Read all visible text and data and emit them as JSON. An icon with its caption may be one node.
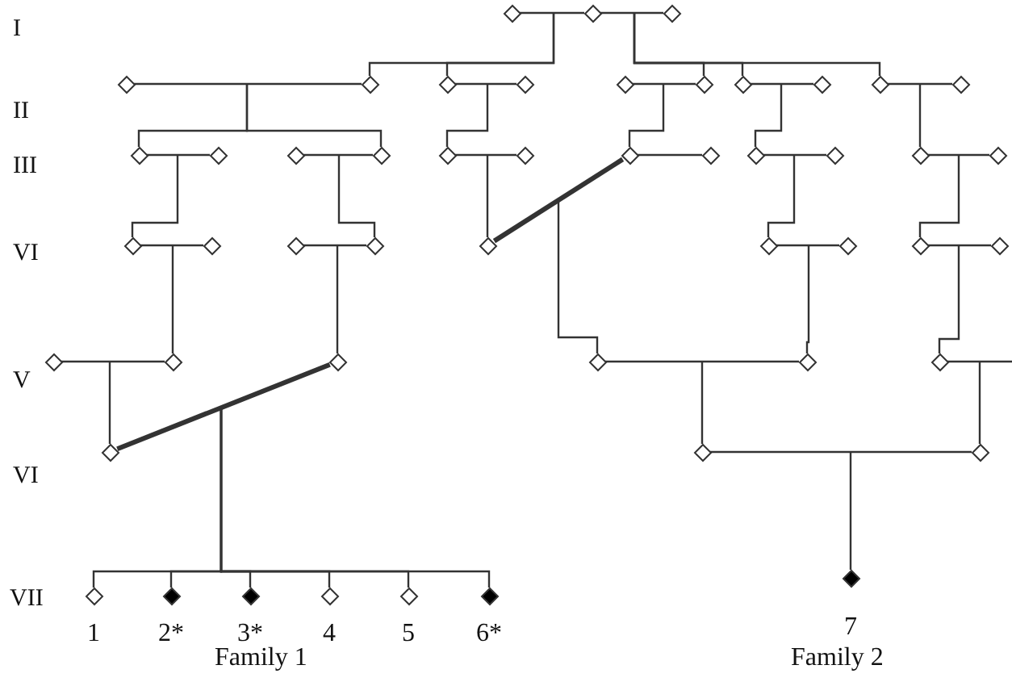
{
  "diagram": {
    "nodes": [
      {
        "text": [],
        "shape": "diamond"
      },
      {
        "text": [],
        "shape": "diamond"
      },
      {
        "text": [],
        "shape": "diamond"
      },
      {
        "text": [],
        "shape": "diamond"
      },
      {
        "text": [],
        "shape": "diamond"
      },
      {
        "text": [],
        "shape": "diamond"
      },
      {
        "text": [],
        "shape": "diamond"
      },
      {
        "text": [],
        "shape": "diamond"
      },
      {
        "text": [],
        "shape": "diamond"
      },
      {
        "text": [],
        "shape": "diamond"
      },
      {
        "text": [],
        "shape": "diamond"
      },
      {
        "text": [],
        "shape": "diamond"
      },
      {
        "text": [],
        "shape": "diamond"
      },
      {
        "text": [],
        "shape": "diamond"
      },
      {
        "text": [],
        "shape": "diamond"
      },
      {
        "text": [],
        "shape": "diamond"
      },
      {
        "text": [],
        "shape": "diamond"
      },
      {
        "text": [],
        "shape": "diamond"
      },
      {
        "text": [],
        "shape": "diamond"
      },
      {
        "text": [],
        "shape": "diamond"
      },
      {
        "text": [],
        "shape": "diamond"
      },
      {
        "text": [],
        "shape": "diamond"
      },
      {
        "text": [],
        "shape": "diamond"
      },
      {
        "text": [],
        "shape": "diamond"
      },
      {
        "text": [],
        "shape": "diamond"
      },
      {
        "text": [],
        "shape": "diamond"
      },
      {
        "text": [],
        "shape": "diamond"
      },
      {
        "text": [],
        "shape": "diamond"
      },
      {
        "text": [],
        "shape": "diamond"
      },
      {
        "text": [],
        "shape": "diamond"
      },
      {
        "text": [],
        "shape": "diamond"
      },
      {
        "text": [],
        "shape": "diamond"
      },
      {
        "text": [],
        "shape": "diamond"
      },
      {
        "text": [],
        "shape": "diamond"
      },
      {
        "text": [],
        "shape": "diamond"
      },
      {
        "text": [],
        "shape": "diamond"
      },
      {
        "text": [],
        "shape": "diamond"
      },
      {
        "text": [],
        "shape": "diamond"
      },
      {
        "text": [],
        "shape": "diamond"
      },
      {
        "text": [],
        "shape": "diamond"
      },
      {
        "text": [],
        "shape": "diamond"
      },
      {
        "text": [],
        "shape": "diamond"
      },
      {
        "text": [],
        "shape": "diamond"
      },
      {
        "text": [],
        "shape": "diamond",
        "beside": [
          "1"
        ]
      },
      {
        "text": [],
        "shape": "filled-diamond",
        "beside": [
          "2*"
        ]
      },
      {
        "text": [],
        "shape": "filled-diamond",
        "beside": [
          "3*"
        ]
      },
      {
        "text": [],
        "shape": "diamond",
        "beside": [
          "4"
        ]
      },
      {
        "text": [],
        "shape": "diamond",
        "beside": [
          "5"
        ]
      },
      {
        "text": [],
        "shape": "filled-diamond",
        "beside": [
          "6*"
        ]
      },
      {
        "text": [],
        "shape": "filled-diamond",
        "beside": [
          "7"
        ]
      }
    ],
    "edges": [
      {
        "from": 0,
        "to": 1,
        "arrow": "none"
      },
      {
        "from": 1,
        "to": 2,
        "arrow": "none"
      },
      {
        "from": 3,
        "to": 4,
        "arrow": "none"
      },
      {
        "from": 5,
        "to": 6,
        "arrow": "none"
      },
      {
        "from": 7,
        "to": 8,
        "arrow": "none"
      },
      {
        "from": 9,
        "to": 10,
        "arrow": "none"
      },
      {
        "from": 11,
        "to": 12,
        "arrow": "none"
      },
      {
        "from": 13,
        "to": 14,
        "arrow": "none"
      },
      {
        "from": 15,
        "to": 16,
        "arrow": "none"
      },
      {
        "from": 17,
        "to": 18,
        "arrow": "none"
      },
      {
        "from": 19,
        "to": 20,
        "arrow": "none"
      },
      {
        "from": 21,
        "to": 22,
        "arrow": "none"
      },
      {
        "from": 23,
        "to": 24,
        "arrow": "none"
      },
      {
        "from": 25,
        "to": 26,
        "arrow": "none"
      },
      {
        "from": 27,
        "to": 28,
        "arrow": "none"
      },
      {
        "from": 30,
        "to": 31,
        "arrow": "none"
      },
      {
        "from": 32,
        "to": 33,
        "arrow": "none"
      },
      {
        "from": 34,
        "to": 35,
        "arrow": "none"
      },
      {
        "from": 37,
        "to": 38,
        "arrow": "none"
      },
      {
        "from": 39,
        "to": null,
        "arrow": "none"
      },
      {
        "from": 41,
        "to": 42,
        "arrow": "none"
      },
      {
        "from": 29,
        "to": 19,
        "arrow": "none",
        "style": "thick"
      },
      {
        "from": 40,
        "to": 36,
        "arrow": "none",
        "style": "thick"
      },
      {
        "from": null,
        "to": 4,
        "arrow": "none"
      },
      {
        "from": null,
        "to": 5,
        "arrow": "none"
      },
      {
        "from": null,
        "to": 8,
        "arrow": "none"
      },
      {
        "from": null,
        "to": 9,
        "arrow": "none"
      },
      {
        "from": null,
        "to": 11,
        "arrow": "none"
      },
      {
        "from": null,
        "to": 13,
        "arrow": "none"
      },
      {
        "from": null,
        "to": 16,
        "arrow": "none"
      },
      {
        "from": null,
        "to": 17,
        "arrow": "none"
      },
      {
        "from": null,
        "to": 19,
        "arrow": "none"
      },
      {
        "from": null,
        "to": 21,
        "arrow": "none"
      },
      {
        "from": null,
        "to": 23,
        "arrow": "none"
      },
      {
        "from": null,
        "to": 25,
        "arrow": "none"
      },
      {
        "from": null,
        "to": 28,
        "arrow": "none"
      },
      {
        "from": null,
        "to": 29,
        "arrow": "none"
      },
      {
        "from": null,
        "to": 30,
        "arrow": "none"
      },
      {
        "from": null,
        "to": 32,
        "arrow": "none"
      },
      {
        "from": null,
        "to": 35,
        "arrow": "none"
      },
      {
        "from": null,
        "to": 36,
        "arrow": "none"
      },
      {
        "from": null,
        "to": 37,
        "arrow": "none"
      },
      {
        "from": null,
        "to": 38,
        "arrow": "none"
      },
      {
        "from": null,
        "to": 39,
        "arrow": "none"
      },
      {
        "from": null,
        "to": 40,
        "arrow": "none"
      },
      {
        "from": null,
        "to": 41,
        "arrow": "none"
      },
      {
        "from": null,
        "to": 42,
        "arrow": "none"
      },
      {
        "from": null,
        "to": 43,
        "arrow": "none"
      },
      {
        "from": null,
        "to": 44,
        "arrow": "none"
      },
      {
        "from": null,
        "to": 45,
        "arrow": "none"
      },
      {
        "from": null,
        "to": 46,
        "arrow": "none"
      },
      {
        "from": null,
        "to": 47,
        "arrow": "none"
      },
      {
        "from": null,
        "to": 48,
        "arrow": "none"
      },
      {
        "from": null,
        "to": 49,
        "arrow": "none"
      }
    ],
    "labels": [
      "I",
      "II",
      "III",
      "VI",
      "V",
      "VI",
      "VII",
      "Family 1",
      "Family 2"
    ]
  }
}
